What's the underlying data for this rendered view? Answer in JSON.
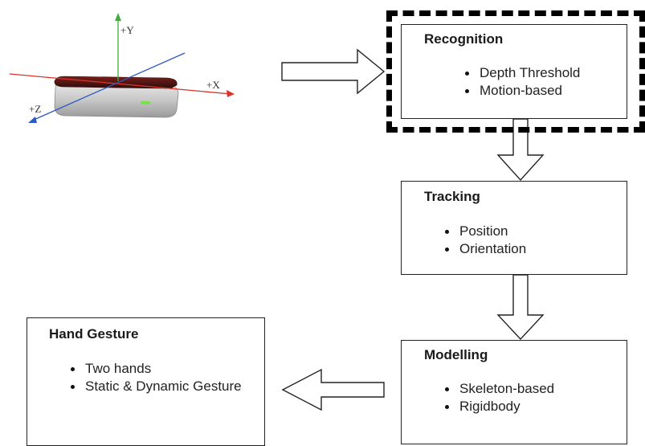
{
  "device": {
    "axes": {
      "y": "+Y",
      "x": "+X",
      "z": "+Z"
    }
  },
  "boxes": {
    "recognition": {
      "title": "Recognition",
      "items": [
        "Depth Threshold",
        "Motion-based"
      ]
    },
    "tracking": {
      "title": "Tracking",
      "items": [
        "Position",
        "Orientation"
      ]
    },
    "modelling": {
      "title": "Modelling",
      "items": [
        "Skeleton-based",
        "Rigidbody"
      ]
    },
    "hand_gesture": {
      "title": "Hand Gesture",
      "items": [
        "Two hands",
        "Static & Dynamic Gesture"
      ]
    }
  },
  "colors": {
    "x_axis": "#d9332b",
    "y_axis": "#3fae3a",
    "z_axis": "#2b59c3",
    "indicator": "#7de04a"
  }
}
